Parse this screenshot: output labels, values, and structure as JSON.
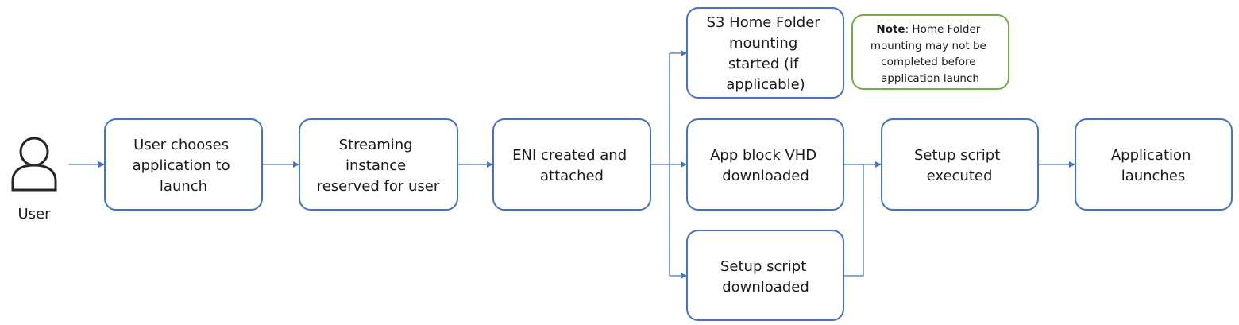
{
  "actor": {
    "label": "User",
    "icon": "user-icon"
  },
  "nodes": {
    "choose_app": {
      "lines": [
        "User chooses",
        "application to",
        "launch"
      ]
    },
    "reserve_instance": {
      "lines": [
        "Streaming",
        "instance",
        "reserved for user"
      ]
    },
    "eni": {
      "lines": [
        "ENI created and",
        "attached"
      ]
    },
    "s3_mount": {
      "lines": [
        "S3 Home Folder",
        "mounting",
        "started (if",
        "applicable)"
      ]
    },
    "vhd_download": {
      "lines": [
        "App block VHD",
        "downloaded"
      ]
    },
    "script_download": {
      "lines": [
        "Setup script",
        "downloaded"
      ]
    },
    "script_exec": {
      "lines": [
        "Setup script",
        "executed"
      ]
    },
    "app_launch": {
      "lines": [
        "Application",
        "launches"
      ]
    }
  },
  "note": {
    "lead": "Note",
    "lines": [
      ": Home Folder",
      "mounting may not be",
      "completed before",
      "application launch"
    ]
  },
  "colors": {
    "node_border": "#4472c4",
    "arrow": "#4472c4",
    "note_border": "#70ad47",
    "text": "#1a1a1a"
  }
}
